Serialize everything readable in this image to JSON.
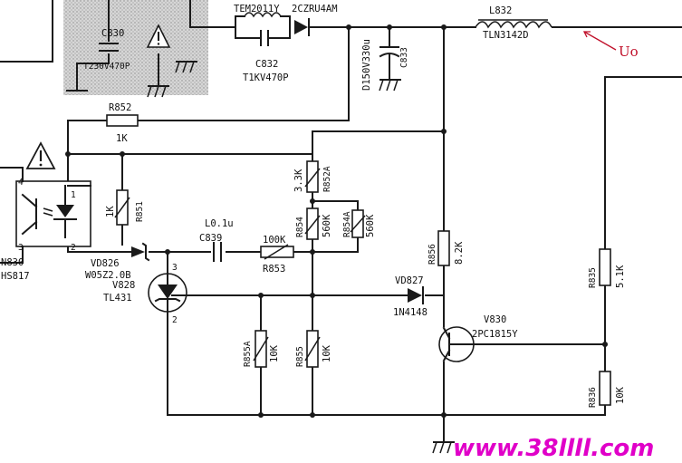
{
  "labels": {
    "c830": "C830",
    "t230": "T230V470P",
    "tem2011y": "TEM2011Y",
    "zener_2cz": "2CZRU4AM",
    "c832": "C832",
    "t1kv470p": "T1KV470P",
    "d150v": "D150V330u",
    "c833": "C833",
    "l832": "L832",
    "tln": "TLN3142D",
    "uo": "Uo",
    "r852": "R852",
    "r852_val": "1K",
    "r852a_val": "3.3K",
    "r852a": "R852A",
    "r851_val": "1K",
    "r851": "R851",
    "c839_val": "L0.1u",
    "c839": "C839",
    "r853_val": "100K",
    "r853": "R853",
    "r854": "R854",
    "r854_val": "560K",
    "r854a": "R854A",
    "r854a_val": "560K",
    "r856": "R856",
    "r856_val": "8.2K",
    "r835": "R835",
    "r835_val": "5.1K",
    "n830": "N830",
    "hs817": "HS817",
    "vd826": "VD826",
    "vd826_part": "W05Z2.0B",
    "v828": "V828",
    "tl431": "TL431",
    "pin3": "3",
    "pin2": "2",
    "vd827": "VD827",
    "vd827_part": "1N4148",
    "v830": "V830",
    "v830_part": "2PC1815Y",
    "r855a": "R855A",
    "r855a_val": "10K",
    "r855": "R855",
    "r855_val": "10K",
    "r836": "R836",
    "r836_val": "10K",
    "pin4": "4",
    "pin1": "1",
    "pin3b": "3",
    "pin2b": "2"
  },
  "watermark": "www.38llll.com",
  "colors": {
    "wire": "#1a1a1a",
    "annotation": "#c0102a",
    "watermark": "#e000c8",
    "shaded_region": "#bdbdbd"
  },
  "icons": [
    "warning-triangle-icon",
    "ground-icon"
  ]
}
